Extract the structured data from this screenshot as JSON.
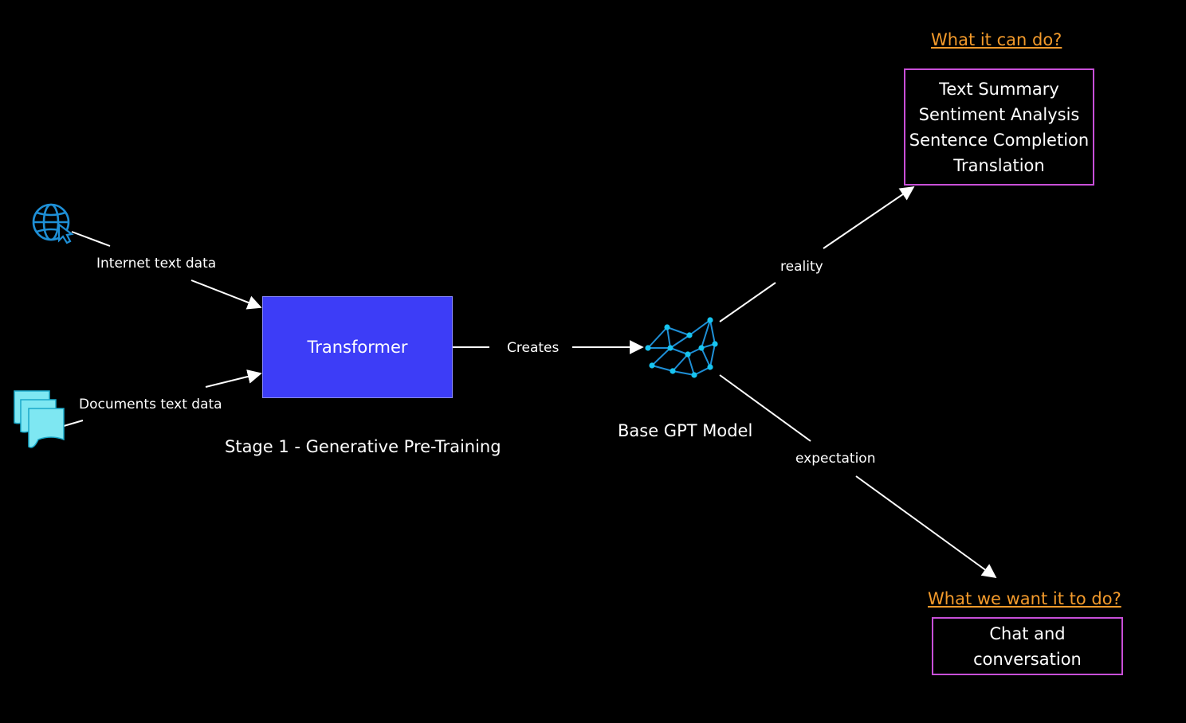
{
  "sources": {
    "internet_label": "Internet text data",
    "documents_label": "Documents text data"
  },
  "transformer": {
    "label": "Transformer"
  },
  "stage_caption": "Stage 1 - Generative Pre-Training",
  "creates_label": "Creates",
  "model_label": "Base GPT Model",
  "reality_label": "reality",
  "expectation_label": "expectation",
  "can_do": {
    "heading": "What it can do?",
    "items": [
      "Text Summary",
      "Sentiment Analysis",
      "Sentence Completion",
      "Translation"
    ]
  },
  "want_do": {
    "heading": "What we want it to do?",
    "item": "Chat and conversation"
  },
  "colors": {
    "background": "#000000",
    "transformer_fill": "#3d3df7",
    "heading": "#f39a2b",
    "box_border": "#c84fd8",
    "icon_blue": "#1e8fd6",
    "doc_fill": "#7ee7f2"
  },
  "icons": [
    "globe-cursor-icon",
    "documents-icon",
    "neural-network-icon"
  ]
}
